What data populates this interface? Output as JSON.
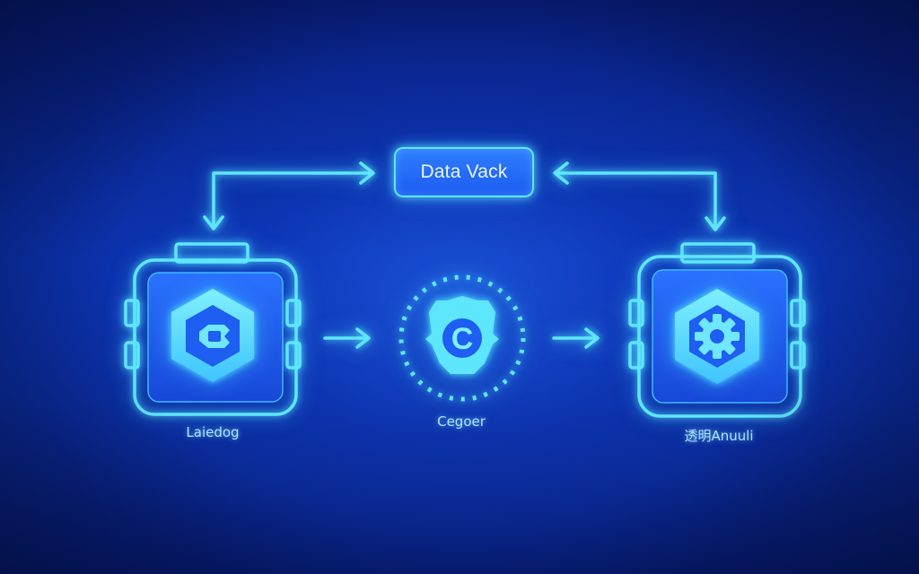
{
  "diagram": {
    "top_label": "Data Vack",
    "left_node_caption": "Laiedog",
    "center_node_caption": "Cegoer",
    "center_node_glyph": "C",
    "right_node_caption": "透明Anuuli",
    "left_node_icon": "hexagon-chip-icon",
    "center_node_icon": "gear-shield-icon",
    "right_node_icon": "hexagon-gear-icon",
    "colors": {
      "background": "#0a2fa6",
      "accent_cyan": "#5fe6ff",
      "node_fill": "#1f5ff0",
      "caption": "#aee6ff"
    }
  }
}
